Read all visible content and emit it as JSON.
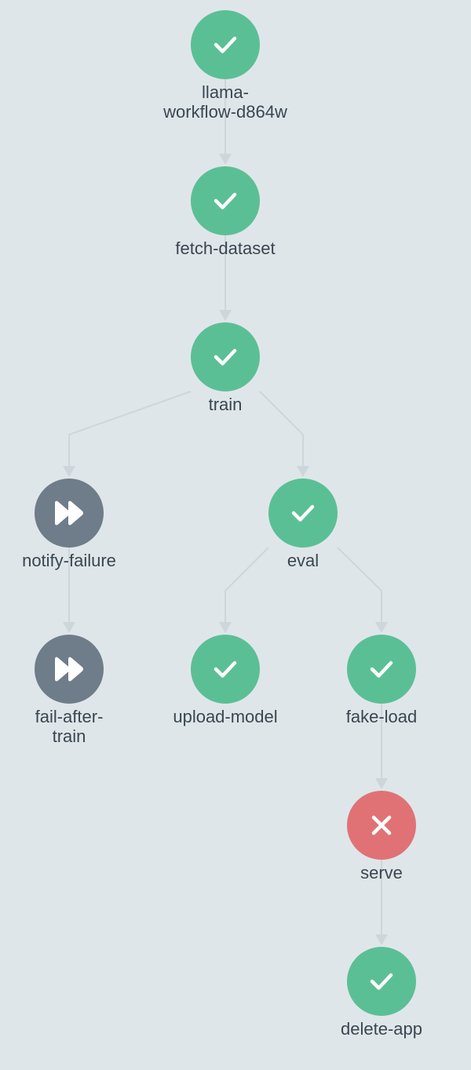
{
  "colors": {
    "background": "#dfe6e9",
    "succeeded": "#5bbf95",
    "failed": "#e07275",
    "skipped": "#6e7d89",
    "edge": "#cdd6da",
    "label": "#3a4650"
  },
  "workflow": {
    "nodes": [
      {
        "id": "root",
        "label": "llama-\nworkflow-d864w",
        "status": "succeeded",
        "icon": "check-icon"
      },
      {
        "id": "fetch",
        "label": "fetch-dataset",
        "status": "succeeded",
        "icon": "check-icon"
      },
      {
        "id": "train",
        "label": "train",
        "status": "succeeded",
        "icon": "check-icon"
      },
      {
        "id": "notify",
        "label": "notify-failure",
        "status": "skipped",
        "icon": "fast-forward-icon"
      },
      {
        "id": "eval",
        "label": "eval",
        "status": "succeeded",
        "icon": "check-icon"
      },
      {
        "id": "failafter",
        "label": "fail-after-\ntrain",
        "status": "skipped",
        "icon": "fast-forward-icon"
      },
      {
        "id": "upload",
        "label": "upload-model",
        "status": "succeeded",
        "icon": "check-icon"
      },
      {
        "id": "fakeload",
        "label": "fake-load",
        "status": "succeeded",
        "icon": "check-icon"
      },
      {
        "id": "serve",
        "label": "serve",
        "status": "failed",
        "icon": "x-icon"
      },
      {
        "id": "delete",
        "label": "delete-app",
        "status": "succeeded",
        "icon": "check-icon"
      }
    ],
    "edges": [
      [
        "root",
        "fetch"
      ],
      [
        "fetch",
        "train"
      ],
      [
        "train",
        "notify"
      ],
      [
        "train",
        "eval"
      ],
      [
        "notify",
        "failafter"
      ],
      [
        "eval",
        "upload"
      ],
      [
        "eval",
        "fakeload"
      ],
      [
        "fakeload",
        "serve"
      ],
      [
        "serve",
        "delete"
      ]
    ]
  }
}
